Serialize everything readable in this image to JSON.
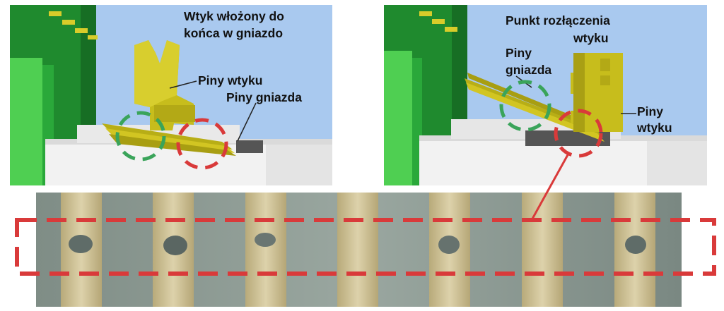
{
  "left_panel": {
    "title_line1": "Wtyk włożony do",
    "title_line2": "końca w gniazdo",
    "plug_pins_label": "Piny wtyku",
    "socket_pins_label": "Piny gniazda"
  },
  "right_panel": {
    "title_line1": "Punkt rozłączenia",
    "title_line2": "wtyku",
    "socket_pins_line1": "Piny",
    "socket_pins_line2": "gniazda",
    "plug_pins_line1": "Piny",
    "plug_pins_line2": "wtyku"
  },
  "colors": {
    "sky": "#a9c9ef",
    "pcb_green": "#1f8a2e",
    "connector_yellow": "#c7bd1c",
    "housing_white": "#f2f2f2",
    "marker_red": "#d93a3a",
    "marker_green": "#3aa45a"
  }
}
